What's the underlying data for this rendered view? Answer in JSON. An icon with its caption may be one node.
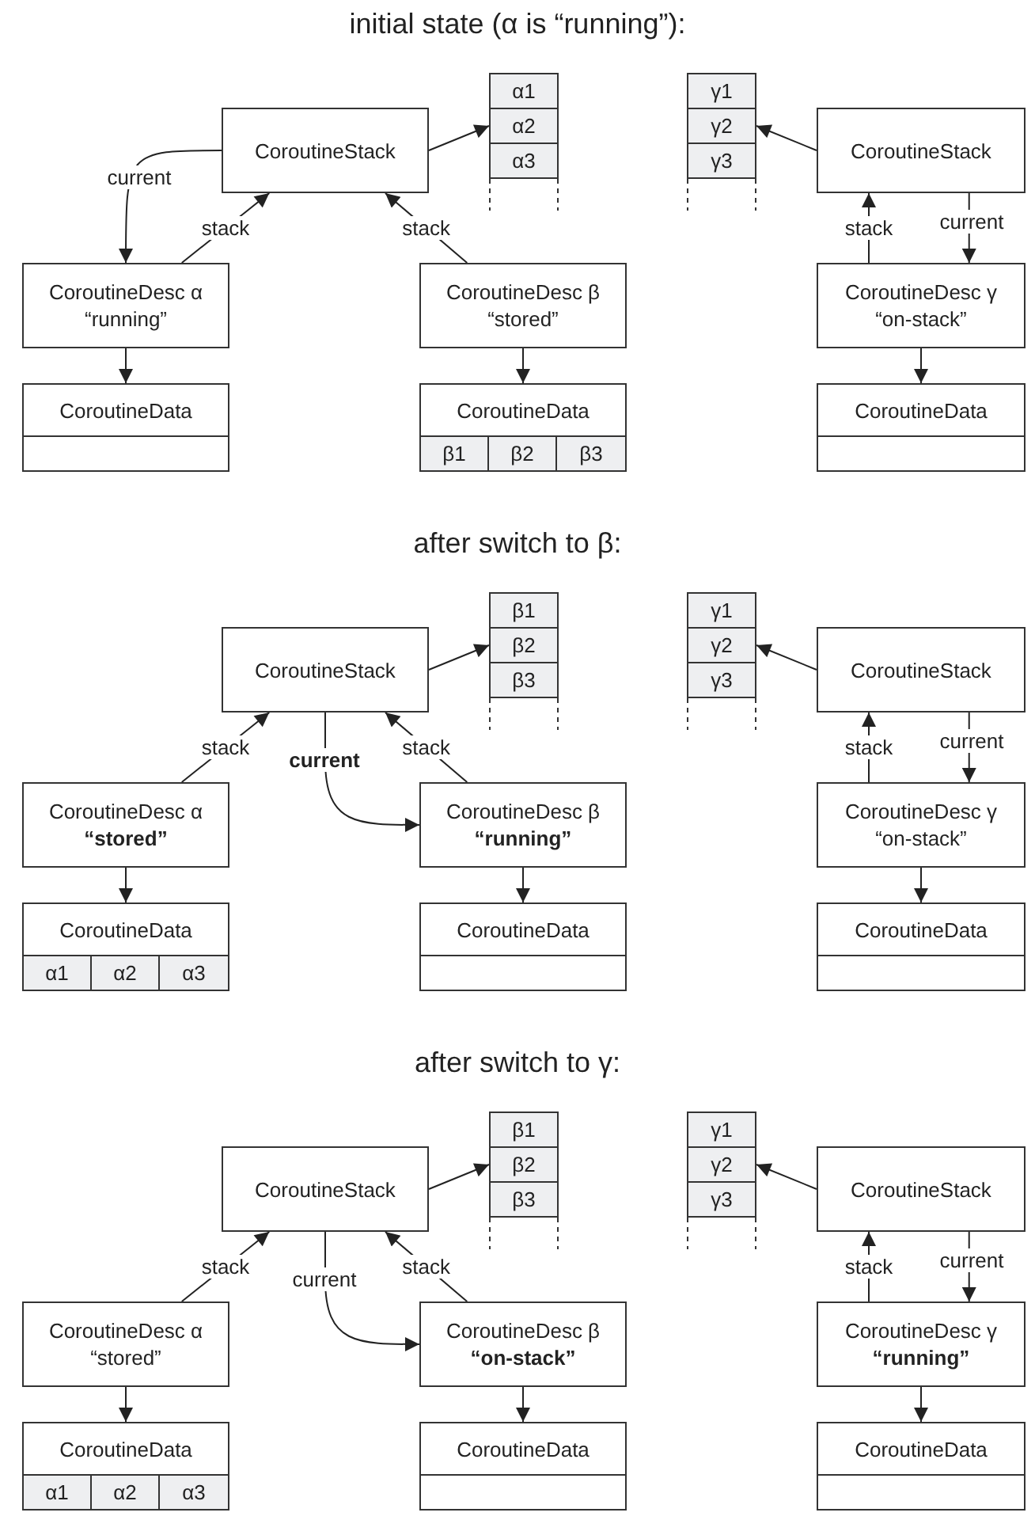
{
  "diagram": {
    "nodes": [
      {
        "text": [
          "α1"
        ]
      },
      {
        "text": [
          "α2"
        ]
      },
      {
        "text": [
          "α3"
        ]
      },
      {
        "text": [
          "γ1"
        ]
      },
      {
        "text": [
          "γ2"
        ]
      },
      {
        "text": [
          "γ3"
        ]
      },
      {
        "text": [
          "CoroutineStack"
        ]
      },
      {
        "text": [
          "CoroutineStack"
        ]
      },
      {
        "text": [
          "CoroutineDesc α",
          "“running”"
        ]
      },
      {
        "text": [
          "CoroutineDesc β",
          "“stored”"
        ]
      },
      {
        "text": [
          "CoroutineDesc γ",
          "“on-stack”"
        ]
      },
      {
        "text": [
          "CoroutineData"
        ]
      },
      {
        "text": [
          "CoroutineData"
        ]
      },
      {
        "text": [
          "β1"
        ],
        "in": 12
      },
      {
        "text": [
          "β2"
        ],
        "in": 12
      },
      {
        "text": [
          "β3"
        ],
        "in": 12
      },
      {
        "text": [
          "CoroutineData"
        ]
      },
      {
        "text": [
          "β1"
        ]
      },
      {
        "text": [
          "β2"
        ]
      },
      {
        "text": [
          "β3"
        ]
      },
      {
        "text": [
          "γ1"
        ]
      },
      {
        "text": [
          "γ2"
        ]
      },
      {
        "text": [
          "γ3"
        ]
      },
      {
        "text": [
          "CoroutineStack"
        ]
      },
      {
        "text": [
          "CoroutineStack"
        ]
      },
      {
        "text": [
          "CoroutineDesc α",
          "**“stored”**"
        ]
      },
      {
        "text": [
          "CoroutineDesc β",
          "**“running”**"
        ]
      },
      {
        "text": [
          "CoroutineDesc γ",
          "“on-stack”"
        ]
      },
      {
        "text": [
          "CoroutineData"
        ]
      },
      {
        "text": [
          "α1"
        ],
        "in": 28
      },
      {
        "text": [
          "α2"
        ],
        "in": 28
      },
      {
        "text": [
          "α3"
        ],
        "in": 28
      },
      {
        "text": [
          "CoroutineData"
        ]
      },
      {
        "text": [
          "CoroutineData"
        ]
      },
      {
        "text": [
          "β1"
        ]
      },
      {
        "text": [
          "β2"
        ]
      },
      {
        "text": [
          "β3"
        ]
      },
      {
        "text": [
          "γ1"
        ]
      },
      {
        "text": [
          "γ2"
        ]
      },
      {
        "text": [
          "γ3"
        ]
      },
      {
        "text": [
          "CoroutineStack"
        ]
      },
      {
        "text": [
          "CoroutineStack"
        ]
      },
      {
        "text": [
          "CoroutineDesc α",
          "“stored”"
        ]
      },
      {
        "text": [
          "CoroutineDesc β",
          "**“on-stack”**"
        ]
      },
      {
        "text": [
          "CoroutineDesc γ",
          "**“running”**"
        ]
      },
      {
        "text": [
          "CoroutineData"
        ]
      },
      {
        "text": [
          "α1"
        ],
        "in": 45
      },
      {
        "text": [
          "α2"
        ],
        "in": 45
      },
      {
        "text": [
          "α3"
        ],
        "in": 45
      },
      {
        "text": [
          "CoroutineData"
        ]
      },
      {
        "text": [
          "CoroutineData"
        ]
      }
    ],
    "edges": [
      {
        "from": 6,
        "to": 1,
        "arrow": "to"
      },
      {
        "from": 6,
        "to": 8,
        "arrow": "to",
        "label": "current"
      },
      {
        "from": 8,
        "to": 6,
        "arrow": "to",
        "label": "stack"
      },
      {
        "from": 9,
        "to": 6,
        "arrow": "to",
        "label": "stack"
      },
      {
        "from": 8,
        "to": 11,
        "arrow": "to"
      },
      {
        "from": 9,
        "to": 12,
        "arrow": "to"
      },
      {
        "from": 7,
        "to": 4,
        "arrow": "to"
      },
      {
        "from": 10,
        "to": 7,
        "arrow": "to",
        "label": "stack"
      },
      {
        "from": 7,
        "to": 10,
        "arrow": "to",
        "label": "current"
      },
      {
        "from": 10,
        "to": 16,
        "arrow": "to"
      },
      {
        "from": 23,
        "to": 18,
        "arrow": "to"
      },
      {
        "from": 23,
        "to": 26,
        "arrow": "to",
        "label": "**current**"
      },
      {
        "from": 25,
        "to": 23,
        "arrow": "to",
        "label": "stack"
      },
      {
        "from": 26,
        "to": 23,
        "arrow": "to",
        "label": "stack"
      },
      {
        "from": 25,
        "to": 28,
        "arrow": "to"
      },
      {
        "from": 26,
        "to": 32,
        "arrow": "to"
      },
      {
        "from": 24,
        "to": 21,
        "arrow": "to"
      },
      {
        "from": 27,
        "to": 24,
        "arrow": "to",
        "label": "stack"
      },
      {
        "from": 24,
        "to": 27,
        "arrow": "to",
        "label": "current"
      },
      {
        "from": 27,
        "to": 33,
        "arrow": "to"
      },
      {
        "from": 40,
        "to": 35,
        "arrow": "to"
      },
      {
        "from": 40,
        "to": 43,
        "arrow": "to",
        "label": "current"
      },
      {
        "from": 42,
        "to": 40,
        "arrow": "to",
        "label": "stack"
      },
      {
        "from": 43,
        "to": 40,
        "arrow": "to",
        "label": "stack"
      },
      {
        "from": 42,
        "to": 45,
        "arrow": "to"
      },
      {
        "from": 43,
        "to": 49,
        "arrow": "to"
      },
      {
        "from": 41,
        "to": 38,
        "arrow": "to"
      },
      {
        "from": 44,
        "to": 41,
        "arrow": "to",
        "label": "stack"
      },
      {
        "from": 41,
        "to": 44,
        "arrow": "to",
        "label": "current"
      },
      {
        "from": 44,
        "to": 50,
        "arrow": "to"
      }
    ],
    "labels": [
      "initial state (α is “running”):",
      "after switch to β:",
      "after switch to γ:"
    ]
  }
}
